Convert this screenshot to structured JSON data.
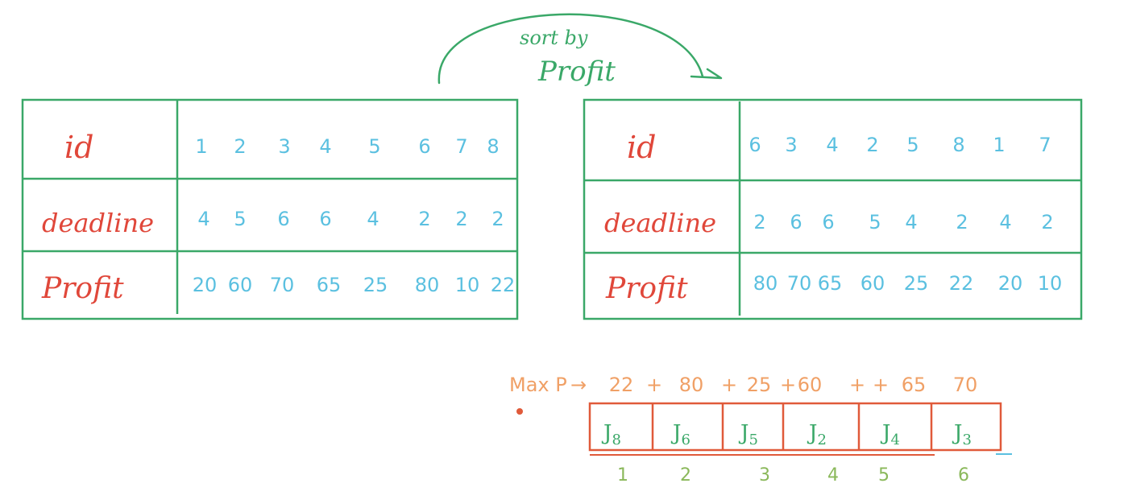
{
  "sort_note": {
    "line1": "sort by",
    "line2": "Profit"
  },
  "left_table": {
    "row_labels": [
      "id",
      "deadline",
      "Profit"
    ],
    "ids": [
      "1",
      "2",
      "3",
      "4",
      "5",
      "6",
      "7",
      "8"
    ],
    "deadlines": [
      "4",
      "5",
      "6",
      "6",
      "4",
      "2",
      "2",
      "2"
    ],
    "profits": [
      "20",
      "60",
      "70",
      "65",
      "25",
      "80",
      "10",
      "22"
    ]
  },
  "right_table": {
    "row_labels": [
      "id",
      "deadline",
      "Profit"
    ],
    "ids": [
      "6",
      "3",
      "4",
      "2",
      "5",
      "8",
      "1",
      "7"
    ],
    "deadlines": [
      "2",
      "6",
      "6",
      "5",
      "4",
      "2",
      "4",
      "2"
    ],
    "profits": [
      "80",
      "70",
      "65",
      "60",
      "25",
      "22",
      "20",
      "10"
    ]
  },
  "max_profit": {
    "label": "Max P",
    "arrow": "→",
    "terms": [
      "22",
      "80",
      "25",
      "60",
      "65",
      "70"
    ]
  },
  "schedule": {
    "jobs": [
      {
        "name": "J",
        "sub": "8"
      },
      {
        "name": "J",
        "sub": "6"
      },
      {
        "name": "J",
        "sub": "5"
      },
      {
        "name": "J",
        "sub": "2"
      },
      {
        "name": "J",
        "sub": "4"
      },
      {
        "name": "J",
        "sub": "3"
      }
    ],
    "slots": [
      "1",
      "2",
      "3",
      "4",
      "5",
      "6"
    ]
  },
  "colors": {
    "table_lines": "#3aa868",
    "labels": "#e0473a",
    "values": "#5bc0e0",
    "sum": "#f0a066",
    "schedule_box": "#e05a3a"
  }
}
